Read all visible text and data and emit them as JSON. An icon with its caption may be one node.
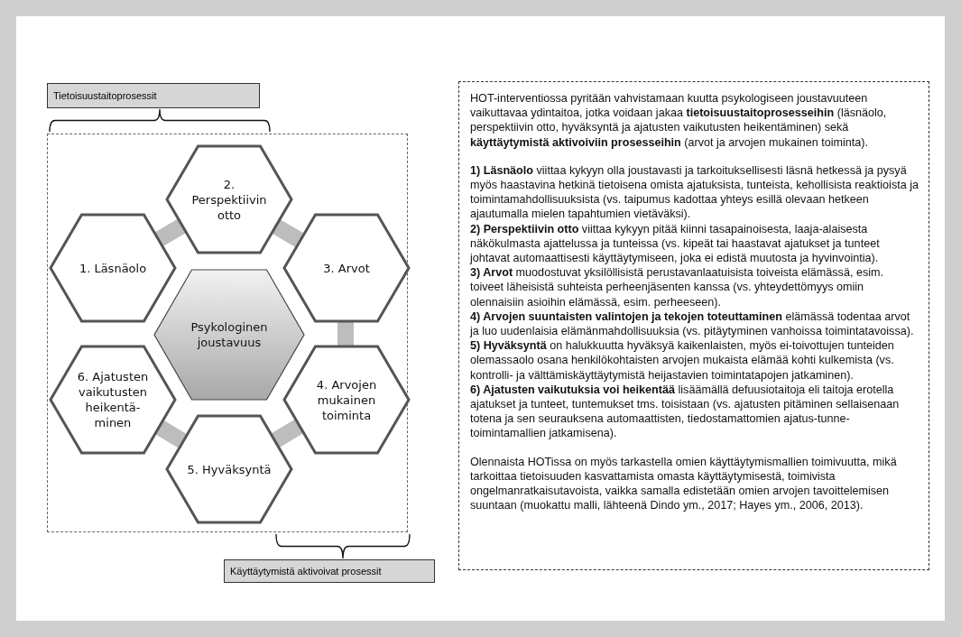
{
  "diagram": {
    "nodes": [
      {
        "text": [
          "Tietoisuustaitoprosessit"
        ]
      },
      {
        "text": [],
        "shape": "box"
      },
      {
        "text": [
          "1. Läsnäolo"
        ],
        "in": 1
      },
      {
        "text": [
          "2. Perspektiivin otto"
        ],
        "in": 1
      },
      {
        "text": [
          "3. Arvot"
        ],
        "in": 1
      },
      {
        "text": [
          "4. Arvojen mukainen toiminta"
        ],
        "in": 1
      },
      {
        "text": [
          "5. Hyväksyntä"
        ],
        "in": 1
      },
      {
        "text": [
          "6. Ajatusten vaikutusten heikentä- minen"
        ],
        "in": 1
      },
      {
        "text": [
          "Psykologinen joustavuus"
        ],
        "in": 1
      },
      {
        "text": [
          "HOT-interventiossa pyritään vahvistamaan kuutta psykologiseen joustavuuteen vaikuttavaa ydintaitoa, jotka voidaan jakaa **tietoisuustaitoprosesseihin** (läsnäolo, perspektiivin otto, hyväksyntä ja ajatusten vaikutusten heikentäminen) sekä **käyttäytymistä aktivoiviin prosesseihin** (arvot ja arvojen mukainen toiminta).",
          "**1) Läsnäolo** viittaa kykyyn olla joustavasti ja tarkoituksellisesti läsnä hetkessä ja pysyä myös haastavina hetkinä tietoisena omista ajatuksista, tunteista, kehollisista reaktioista ja toimintamahdollisuuksista (vs. taipumus kadottaa yhteys esillä olevaan hetkeen ajautumalla mielen tapahtumien vietäväksi).",
          "**2) Perspektiivin otto** viittaa kykyyn pitää kiinni tasapainoisesta, laaja-alaisesta näkökulmasta ajattelussa ja tunteissa (vs. kipeät tai haastavat ajatukset ja tunteet johtavat automaattisesti käyttäytymiseen, joka ei edistä muutosta ja hyvinvointia).",
          "**3) Arvot** muodostuvat yksilöllisistä perustavanlaatuisista toiveista elämässä, esim. toiveet läheisistä suhteista perheenjäsenten kanssa (vs. yhteydettömyys omiin olennaisiin asioihin elämässä, esim. perheeseen).",
          "**4) Arvojen suuntaisten valintojen ja tekojen toteuttaminen** elämässä todentaa arvot ja luo uudenlaisia elämänmahdollisuuksia (vs. pitäytyminen vanhoissa toimintatavoissa).",
          "**5) Hyväksyntä** on halukkuutta hyväksyä kaikenlaisten, myös ei-toivottujen tunteiden olemassaolo osana henkilökohtaisten arvojen mukaista elämää kohti kulkemista (vs. kontrolli- ja välttämiskäyttäytymistä heijastavien toimintatapojen jatkaminen).",
          "**6) Ajatusten vaikutuksia voi heikentää** lisäämällä defuusiotaitoja eli taitoja erotella ajatukset ja tunteet, tuntemukset tms. toisistaan (vs. ajatusten pitäminen sellaisenaan totena ja sen seurauksena automaattisten, tiedostamattomien ajatus-tunne-toimintamallien jatkamisena).",
          "Olennaista HOTissa on myös tarkastella omien käyttäytymismallien toimivuutta, mikä tarkoittaa tietoisuuden kasvattamista omasta käyttäytymisestä, toimivista ongelmanratkaisutavoista, vaikka samalla edistetään omien arvojen tavoittelemisen suuntaan (muokattu malli, lähteenä Dindo ym., 2017; Hayes ym., 2006, 2013)."
        ]
      },
      {
        "text": [
          "Käyttäytymistä aktivoivat prosessit"
        ]
      }
    ],
    "edges": [
      {
        "from": 2,
        "to": 3,
        "arrow": "none"
      },
      {
        "from": 3,
        "to": 4,
        "arrow": "none"
      },
      {
        "from": 4,
        "to": 5,
        "arrow": "none"
      },
      {
        "from": 5,
        "to": 6,
        "arrow": "none"
      },
      {
        "from": 6,
        "to": 7,
        "arrow": "none"
      }
    ]
  }
}
